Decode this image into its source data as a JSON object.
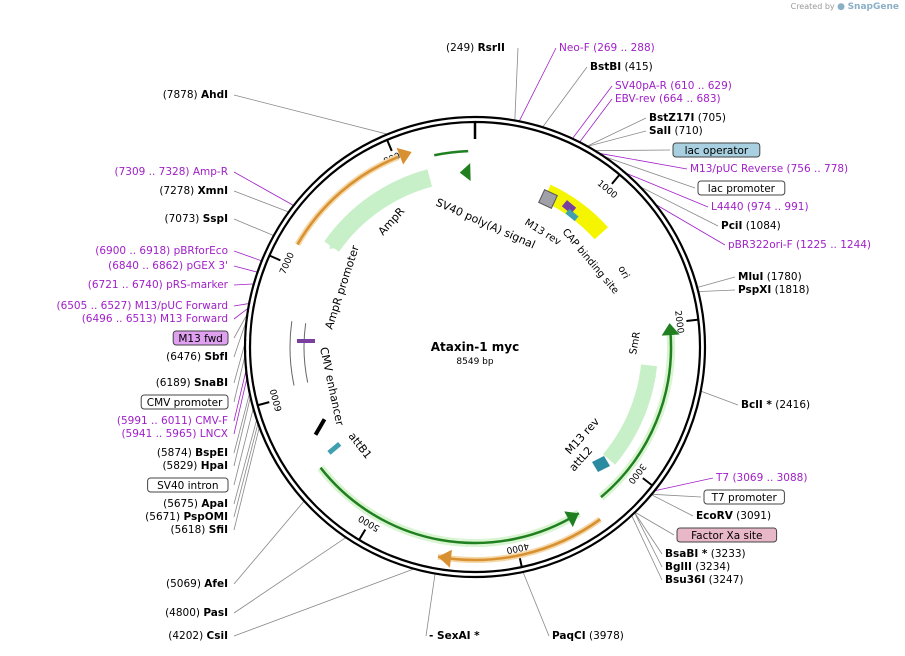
{
  "credit": {
    "prefix": "Created by",
    "brand": "SnapGene"
  },
  "plasmid": {
    "name": "Ataxin-1 myc",
    "size_label": "8549 bp"
  },
  "ticks": [
    "1000",
    "2000",
    "3000",
    "4000",
    "5000",
    "6000",
    "7000",
    "8000"
  ],
  "colors": {
    "site": "#000000",
    "primer": "#a020c8",
    "ampr_arrow": "#c8f0c8",
    "smr_arrow": "#c8f0c8",
    "ori": "#f5f500",
    "orange": "#d89030",
    "green": "#208020",
    "lac_operator_box": "#a8d0e0",
    "factor_xa_box": "#e8b8c8",
    "m13_fwd_box": "#e0a0f0"
  },
  "feature_labels": {
    "sv40_polya": "SV40 poly(A) signal",
    "m13_rev_top": "M13 rev",
    "cap_binding": "CAP binding site",
    "ori": "ori",
    "smr": "SmR",
    "ampr": "AmpR",
    "ampr_promoter": "AmpR promoter",
    "cmv_enhancer": "CMV enhancer",
    "attb1": "attB1",
    "m13_rev_bottom": "M13 rev",
    "attl2": "attL2"
  },
  "left_labels": [
    {
      "pos": "(7878)",
      "name": "AhdI",
      "kind": "site"
    },
    {
      "pos": "(7309 .. 7328)",
      "name": "Amp-R",
      "kind": "primer"
    },
    {
      "pos": "(7278)",
      "name": "XmnI",
      "kind": "site"
    },
    {
      "pos": "(7073)",
      "name": "SspI",
      "kind": "site"
    },
    {
      "pos": "(6900 .. 6918)",
      "name": "pBRforEco",
      "kind": "primer"
    },
    {
      "pos": "(6840 .. 6862)",
      "name": "pGEX 3'",
      "kind": "primer"
    },
    {
      "pos": "(6721 .. 6740)",
      "name": "pRS-marker",
      "kind": "primer"
    },
    {
      "pos": "(6505 .. 6527)",
      "name": "M13/pUC Forward",
      "kind": "primer"
    },
    {
      "pos": "(6496 .. 6513)",
      "name": "M13 Forward",
      "kind": "primer"
    },
    {
      "pos": "",
      "name": "M13 fwd",
      "kind": "box"
    },
    {
      "pos": "(6476)",
      "name": "SbfI",
      "kind": "site"
    },
    {
      "pos": "(6189)",
      "name": "SnaBI",
      "kind": "site"
    },
    {
      "pos": "",
      "name": "CMV promoter",
      "kind": "box"
    },
    {
      "pos": "(5991 .. 6011)",
      "name": "CMV-F",
      "kind": "primer"
    },
    {
      "pos": "(5941 .. 5965)",
      "name": "LNCX",
      "kind": "primer"
    },
    {
      "pos": "(5874)",
      "name": "BspEI",
      "kind": "site"
    },
    {
      "pos": "(5829)",
      "name": "HpaI",
      "kind": "site"
    },
    {
      "pos": "",
      "name": "SV40 intron",
      "kind": "box"
    },
    {
      "pos": "(5675)",
      "name": "ApaI",
      "kind": "site"
    },
    {
      "pos": "(5671)",
      "name": "PspOMI",
      "kind": "site"
    },
    {
      "pos": "(5618)",
      "name": "SfiI",
      "kind": "site"
    },
    {
      "pos": "(5069)",
      "name": "AfeI",
      "kind": "site"
    },
    {
      "pos": "(4800)",
      "name": "PasI",
      "kind": "site"
    },
    {
      "pos": "(4202)",
      "name": "CsiI",
      "kind": "site"
    }
  ],
  "right_labels": [
    {
      "pos": "(249)",
      "name": "RsrII",
      "kind": "site"
    },
    {
      "pos": "(269 .. 288)",
      "name": "Neo-F",
      "kind": "primer"
    },
    {
      "pos": "(415)",
      "name": "BstBI",
      "kind": "site"
    },
    {
      "pos": "(610 .. 629)",
      "name": "SV40pA-R",
      "kind": "primer"
    },
    {
      "pos": "(664 .. 683)",
      "name": "EBV-rev",
      "kind": "primer"
    },
    {
      "pos": "(705)",
      "name": "BstZ17I",
      "kind": "site"
    },
    {
      "pos": "(710)",
      "name": "SalI",
      "kind": "site"
    },
    {
      "pos": "",
      "name": "lac operator",
      "kind": "box"
    },
    {
      "pos": "(756 .. 778)",
      "name": "M13/pUC Reverse",
      "kind": "primer"
    },
    {
      "pos": "",
      "name": "lac promoter",
      "kind": "box"
    },
    {
      "pos": "(974 .. 991)",
      "name": "L4440",
      "kind": "primer"
    },
    {
      "pos": "(1084)",
      "name": "PciI",
      "kind": "site"
    },
    {
      "pos": "(1225 .. 1244)",
      "name": "pBR322ori-F",
      "kind": "primer"
    },
    {
      "pos": "(1780)",
      "name": "MluI",
      "kind": "site"
    },
    {
      "pos": "(1818)",
      "name": "PspXI",
      "kind": "site"
    },
    {
      "pos": "(2416)",
      "name": "BclI *",
      "kind": "site"
    },
    {
      "pos": "(3069 .. 3088)",
      "name": "T7",
      "kind": "primer"
    },
    {
      "pos": "",
      "name": "T7 promoter",
      "kind": "box"
    },
    {
      "pos": "(3091)",
      "name": "EcoRV",
      "kind": "site"
    },
    {
      "pos": "",
      "name": "Factor Xa site",
      "kind": "box"
    },
    {
      "pos": "(3233)",
      "name": "BsaBI *",
      "kind": "site"
    },
    {
      "pos": "(3234)",
      "name": "BglII",
      "kind": "site"
    },
    {
      "pos": "(3247)",
      "name": "Bsu36I",
      "kind": "site"
    },
    {
      "pos": "(3978)",
      "name": "PaqCI",
      "kind": "site"
    },
    {
      "pos": "",
      "name": "- SexAI *",
      "kind": "site"
    }
  ]
}
